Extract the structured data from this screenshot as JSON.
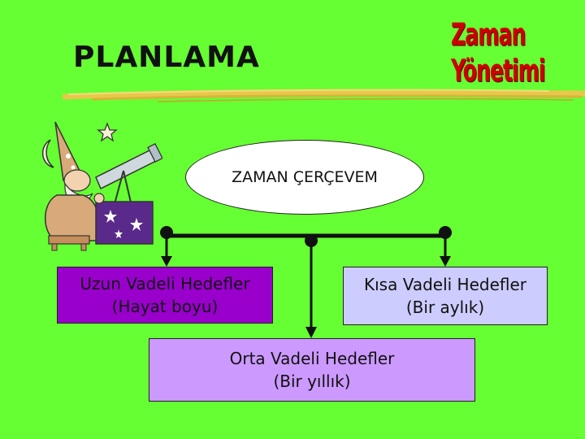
{
  "slide": {
    "title": "PLANLAMA",
    "logo_text": "Zaman Yönetimi",
    "center_label": "ZAMAN ÇERÇEVEM",
    "goals": {
      "long": {
        "line1": "Uzun Vadeli Hedefler",
        "line2": "(Hayat boyu)"
      },
      "short": {
        "line1": "Kısa Vadeli Hedefler",
        "line2": "(Bir aylık)"
      },
      "mid": {
        "line1": "Orta Vadeli Hedefler",
        "line2": "(Bir yıllık)"
      }
    }
  },
  "colors": {
    "background": "#66ff33",
    "logo": "#cc0000",
    "long_box": "#9900cc",
    "short_box": "#ccccff",
    "mid_box": "#cc99ff",
    "brush_stroke": "#e8c84a"
  },
  "icons": [
    "wizard-astronomer-illustration",
    "moon-icon",
    "star-icon"
  ]
}
